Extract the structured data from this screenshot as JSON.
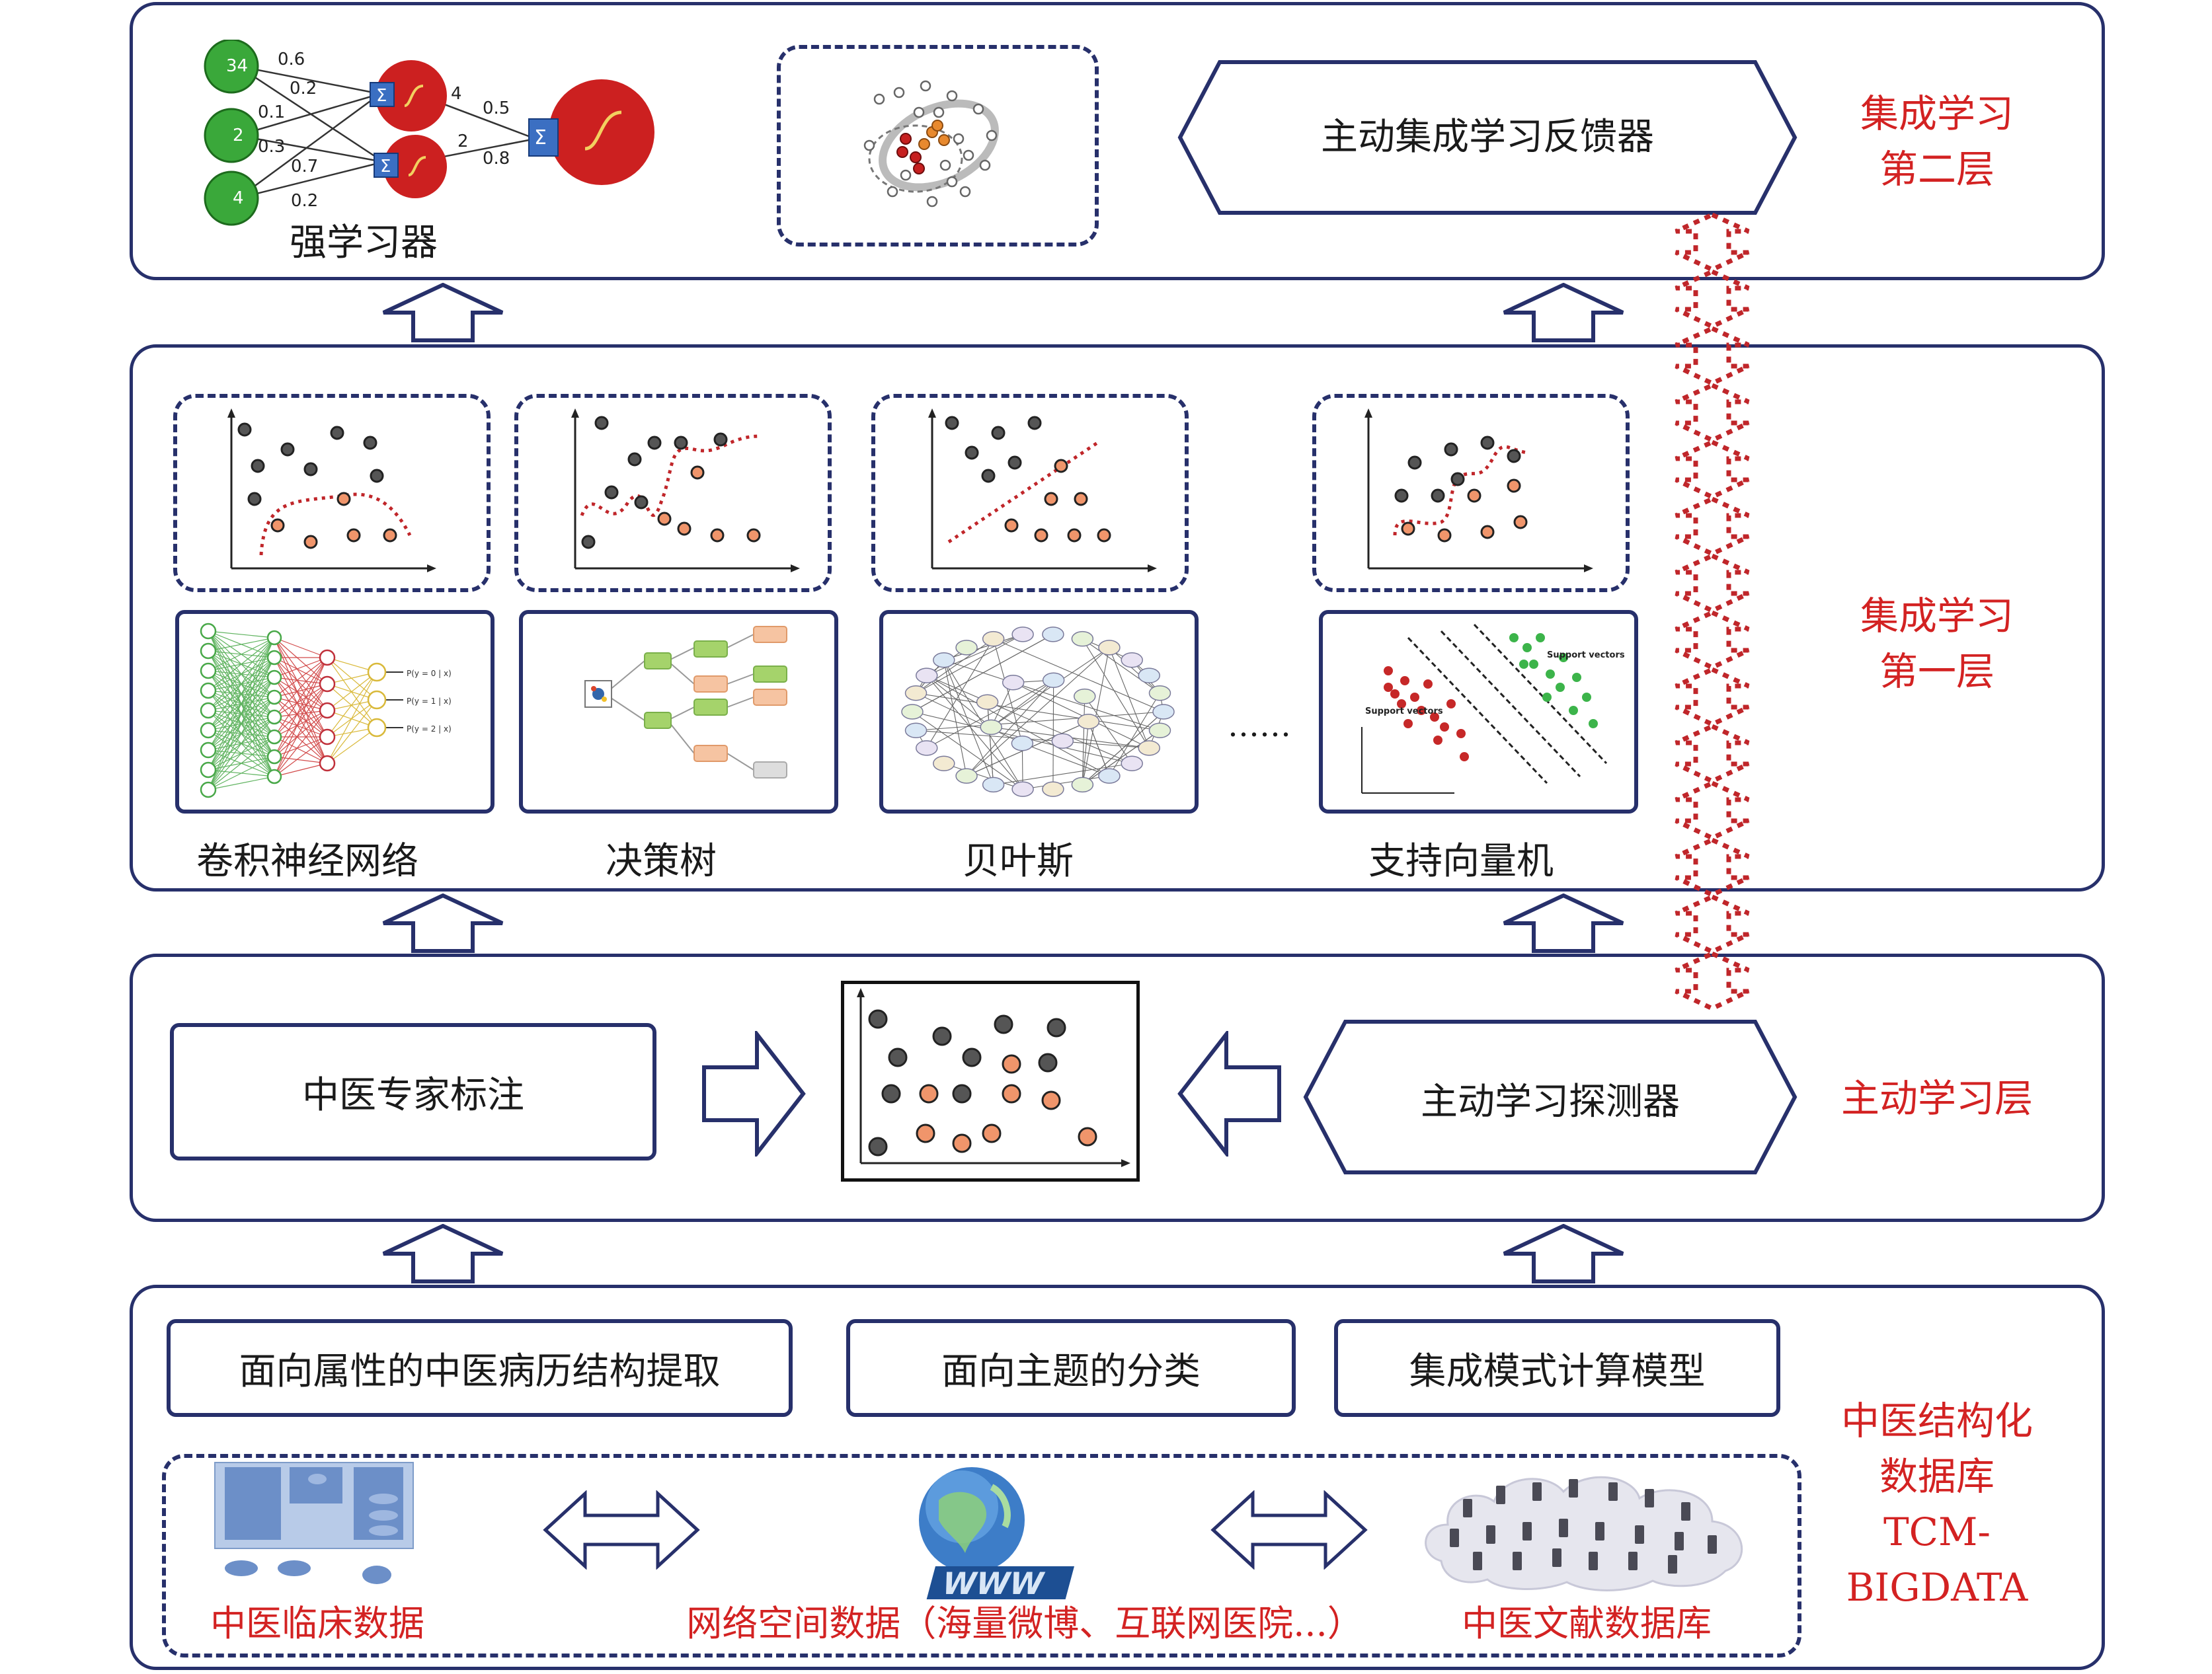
{
  "layers": {
    "top": {
      "label_line1": "集成学习",
      "label_line2": "第二层",
      "strong_learner": "强学习器",
      "feedback": "主动集成学习反馈器",
      "nn_inputs": [
        "34",
        "2",
        "4"
      ],
      "nn_weights": [
        "0.6",
        "0.2",
        "0.1",
        "0.3",
        "0.7",
        "0.2",
        "4",
        "2",
        "0.5",
        "0.8"
      ]
    },
    "first": {
      "label_line1": "集成学习",
      "label_line2": "第一层",
      "learners": [
        {
          "name": "卷积神经网络"
        },
        {
          "name": "决策树"
        },
        {
          "name": "贝叶斯"
        },
        {
          "name": "支持向量机"
        }
      ],
      "ellipsis": "……",
      "cnn_outputs": [
        "P(y = 0 | x)",
        "P(y = 1 | x)",
        "P(y = 2 | x)"
      ],
      "svm_labels": [
        "Support vectors",
        "Support vectors"
      ]
    },
    "active": {
      "label": "主动学习层",
      "expert": "中医专家标注",
      "detector": "主动学习探测器"
    },
    "database": {
      "label_line1": "中医结构化",
      "label_line2": "数据库",
      "label_line3": "TCM-BIGDATA",
      "box1": "面向属性的中医病历结构提取",
      "box2": "面向主题的分类",
      "box3": "集成模式计算模型",
      "src1": "中医临床数据",
      "src2": "网络空间数据（海量微博、互联网医院...）",
      "src3": "中医文献数据库"
    }
  },
  "colors": {
    "frame": "#27306b",
    "label_red": "#d32222",
    "dark_point": "#555555",
    "orange_point": "#f0956b",
    "dotted_red": "#c0262a"
  }
}
